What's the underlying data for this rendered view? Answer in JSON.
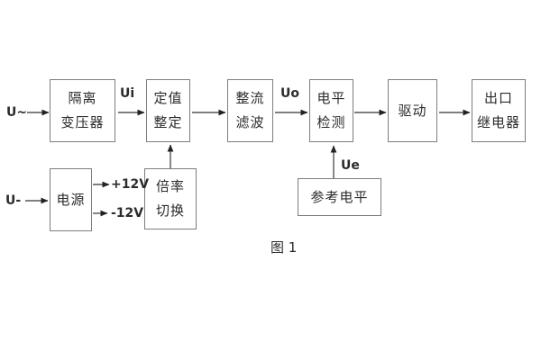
{
  "figure": {
    "caption": "图 1"
  },
  "colors": {
    "background": "#ffffff",
    "box_border": "#7d7d7d",
    "box_text": "#2b2b2b",
    "connector": "#555555",
    "arrowhead": "#222222"
  },
  "signals": {
    "ac_input": "U~",
    "dc_input": "U-",
    "ui": "Ui",
    "uo": "Uo",
    "ue": "Ue",
    "plus_12v": "+12V",
    "minus_12v": "-12V"
  },
  "blocks": {
    "isolation_transformer": {
      "lines": [
        "隔离",
        "变压器"
      ]
    },
    "setting_adjustment": {
      "lines": [
        "定值",
        "整定"
      ]
    },
    "rectifier_filter": {
      "lines": [
        "整流",
        "滤波"
      ]
    },
    "level_detection": {
      "lines": [
        "电平",
        "检测"
      ]
    },
    "driver": {
      "lines": [
        "驱动"
      ]
    },
    "output_relay": {
      "lines": [
        "出口",
        "继电器"
      ]
    },
    "power_supply": {
      "lines": [
        "电源"
      ]
    },
    "ratio_switch": {
      "lines": [
        "倍率",
        "切换"
      ]
    },
    "reference_level": {
      "lines": [
        "参考电平"
      ]
    }
  }
}
